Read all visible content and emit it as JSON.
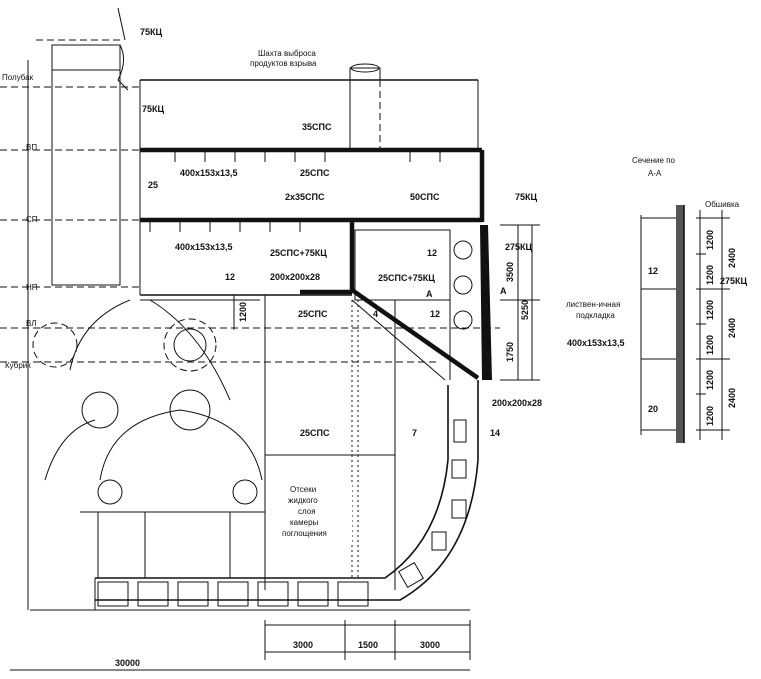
{
  "left_levels": {
    "poop": "Полубак",
    "upper": "ВП",
    "middle": "СП",
    "lower": "НП",
    "waterline": "ВЛ",
    "cockpit": "Кубрик"
  },
  "top_notes": {
    "exhaust_line1": "Шахта выброса",
    "exhaust_line2": "продуктов взрыва"
  },
  "labels": {
    "kc75_top": "75КЦ",
    "kc75_wall": "75КЦ",
    "kc75_right": "75КЦ",
    "sps35": "35СПС",
    "sps25_a": "25СПС",
    "num25": "25",
    "stiff_upper": "400х153х13,5",
    "sps2x35": "2х35СПС",
    "sps50": "50СПС",
    "stiff_lower": "400х153х13,5",
    "sps25_kc75_a": "25СПС+75КЦ",
    "sps25_kc75_b": "25СПС+75КЦ",
    "kc275": "275КЦ",
    "num12_a": "12",
    "num12_b": "12",
    "num12_c": "12",
    "beam_a": "200х200х28",
    "beam_b": "200х200х28",
    "sps25_b": "25СПС",
    "sps25_c": "25СПС",
    "num4": "4",
    "num7": "7",
    "num14": "14",
    "sectA_a": "А",
    "sectA_b": "А",
    "compartment_note": [
      "Отсеки",
      "жидкого",
      "слоя",
      "камеры",
      "поглощения"
    ]
  },
  "dimensions": {
    "d3500": "3500",
    "d5250": "5250",
    "d1750": "1750",
    "d1200": "1200",
    "d3000_a": "3000",
    "d1500": "1500",
    "d3000_b": "3000",
    "d30000": "30000"
  },
  "section_aa": {
    "title_line1": "Сечение по",
    "title_line2": "А-А",
    "sheathing": "Обшивка",
    "kc275": "275КЦ",
    "num12": "12",
    "lining_line1": "листвен-ичная",
    "lining_line2": "подкладка",
    "stiffener": "400х153х13,5",
    "num20": "20",
    "spacing_left": [
      "1200",
      "1200",
      "1200",
      "1200",
      "1200",
      "1200"
    ],
    "spacing_right": [
      "2400",
      "2400",
      "2400"
    ]
  }
}
